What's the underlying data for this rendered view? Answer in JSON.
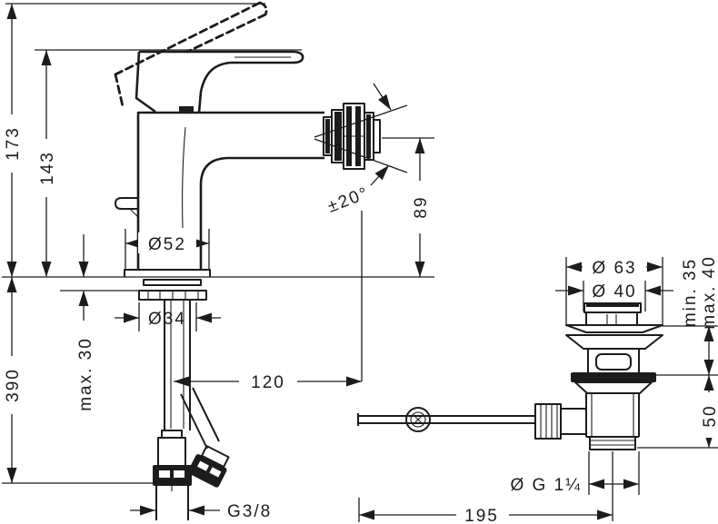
{
  "drawing": {
    "kind": "faucet-technical-dimension-drawing",
    "background": "#ffffff",
    "line_color": "#1c1c1c"
  },
  "labels": {
    "total_height": "173",
    "handle_height": "143",
    "hose_length": "390",
    "deck_max_thickness": "max. 30",
    "base_diameter": "Ø52",
    "hole_diameter": "Ø34",
    "spout_reach": "120",
    "supply_thread": "G3/8",
    "spout_angle": "±20°",
    "spout_outlet_height": "89",
    "waste_flange_diameter": "Ø 63",
    "waste_plug_diameter": "Ø 40",
    "waste_min_depth": "min. 35",
    "waste_max_depth": "max. 40",
    "waste_body_height": "50",
    "waste_thread": "Ø G 1¼",
    "rod_length": "195"
  }
}
